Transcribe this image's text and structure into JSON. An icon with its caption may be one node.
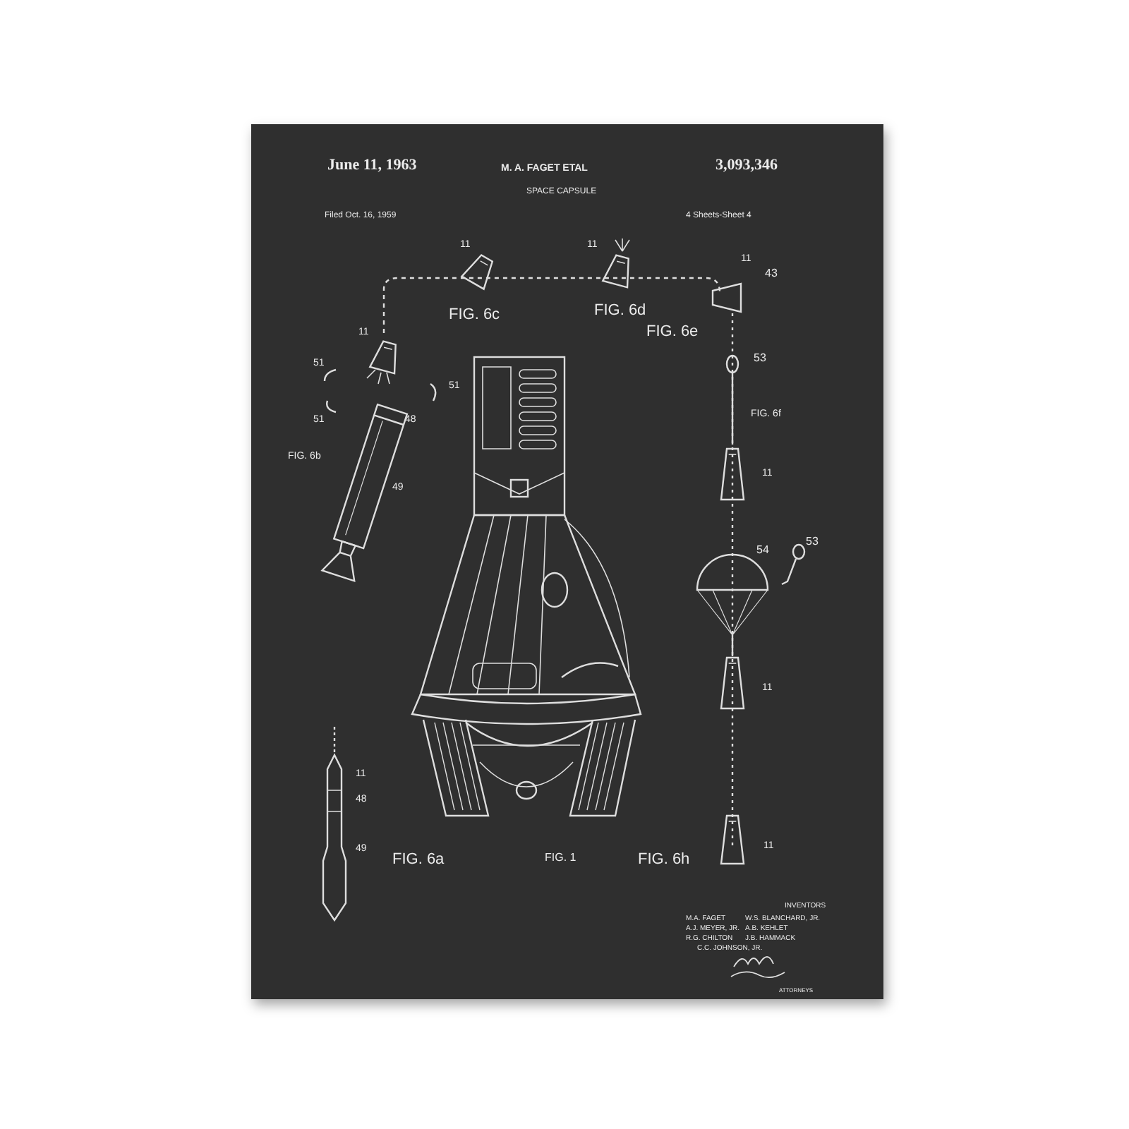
{
  "diagram": {
    "labels": [
      "June 11, 1963",
      "M. A. FAGET ETAL",
      "3,093,346",
      "SPACE CAPSULE",
      "Filed Oct. 16, 1959",
      "4 Sheets-Sheet 4",
      "11",
      "11",
      "11",
      "43",
      "FIG. 6c",
      "FIG. 6d",
      "FIG. 6e",
      "11",
      "53",
      "51",
      "51",
      "51",
      "48",
      "FIG. 6f",
      "FIG. 6b",
      "49",
      "11",
      "54",
      "53",
      "11",
      "11",
      "48",
      "49",
      "FIG. 6a",
      "FIG. 1",
      "FIG. 6h",
      "11",
      "INVENTORS",
      "M.A. FAGET",
      "W.S. BLANCHARD, JR.",
      "A.J. MEYER, JR.",
      "A.B. KEHLET",
      "R.G. CHILTON",
      "J.B. HAMMACK",
      "C.C. JOHNSON, JR.",
      "ATTORNEYS"
    ]
  }
}
